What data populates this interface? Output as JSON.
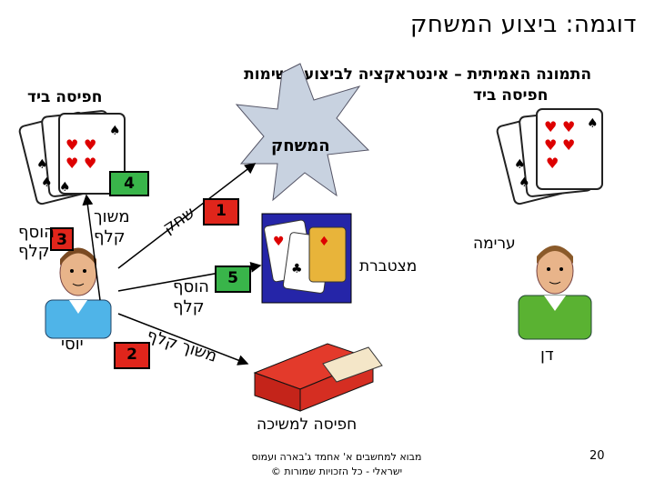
{
  "slide": {
    "title": "דוגמה: ביצוע המשחק",
    "subtitle_line1": "התמונה האמיתית – אינטראקציה לביצוע משימות",
    "hand_left": "חפיסה ביד",
    "hand_right": "חפיסה ביד",
    "game": "המשחק",
    "pile": "מצטברת",
    "stack": "ערימה",
    "draw_deck": "חפיסה למשיכה",
    "yossi": "יוסי",
    "dan": "דן",
    "play": "שחק",
    "add_card_1": "הוסף",
    "add_card_2": "קלף",
    "draw_card": "משוך קלף",
    "add_card_left_1": "הוסף",
    "add_card_left_2": "קלף",
    "draw_card_left_1": "משוך",
    "draw_card_left_2": "קלף",
    "badges": {
      "b1": "1",
      "b2": "2",
      "b3": "3",
      "b4": "4",
      "b5": "5"
    },
    "footer_line1": "מבוא למחשבים א' אחמד ג'בארה ועמוס",
    "footer_line2": "ישראלי - כל הזכויות שמורות ©",
    "page_number": "20"
  },
  "colors": {
    "badge_red": "#e0251b",
    "badge_green": "#39b54a",
    "game_burst": "#c8d2e0",
    "table_blue": "#2525a8"
  }
}
